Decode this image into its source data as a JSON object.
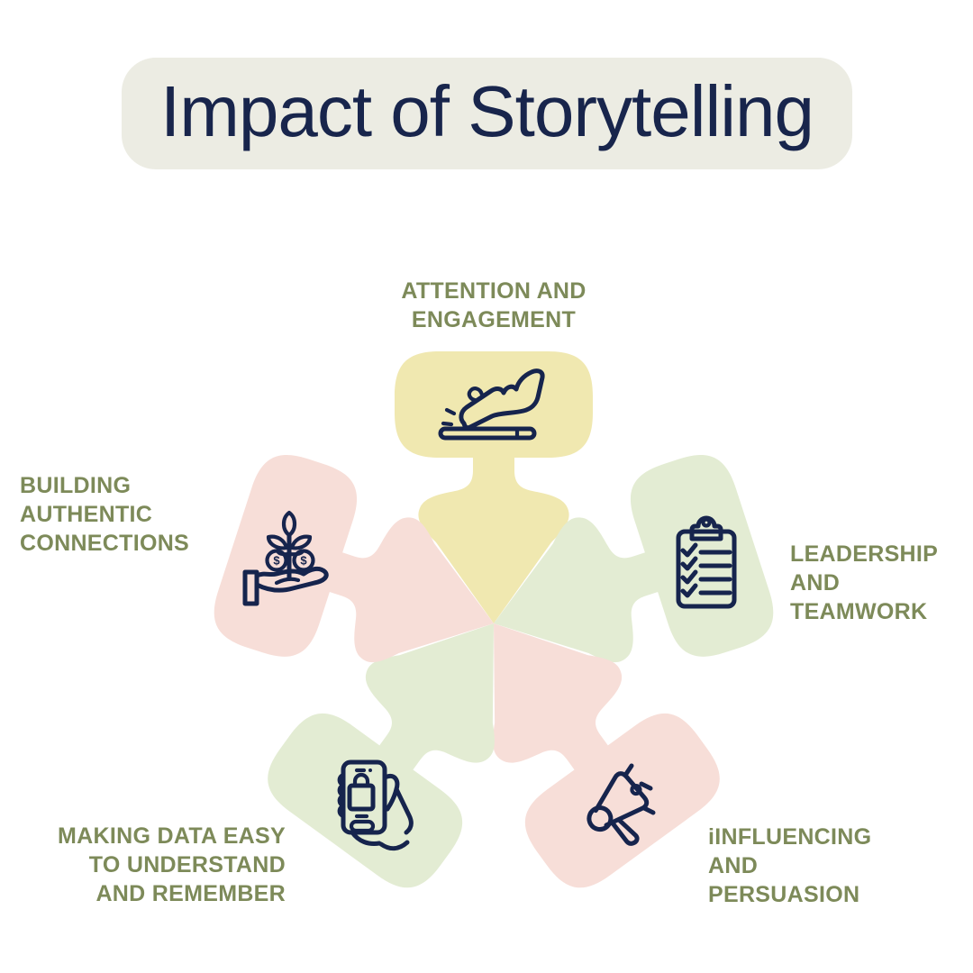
{
  "header": {
    "title": "Impact of Storytelling"
  },
  "colors": {
    "background": "#ffffff",
    "title_pill_bg": "#ecece3",
    "title_text": "#18254c",
    "label_text": "#7d8a59",
    "icon_stroke": "#16244d",
    "petal_yellow": "#f0e8b0",
    "petal_green": "#e3ecd3",
    "petal_pink": "#f7ded8"
  },
  "diagram": {
    "coin_symbol": "$",
    "petals": [
      {
        "position": "top",
        "label": "ATTENTION AND\nENGAGEMENT",
        "icon": "tap-hand-icon",
        "color": "#f0e8b0"
      },
      {
        "position": "right",
        "label": "LEADERSHIP\nAND\nTEAMWORK",
        "icon": "checklist-clipboard-icon",
        "color": "#e3ecd3"
      },
      {
        "position": "bottom-right",
        "label": "iINFLUENCING\nAND\nPERSUASION",
        "icon": "megaphone-icon",
        "color": "#f7ded8"
      },
      {
        "position": "bottom-left",
        "label": "MAKING DATA EASY\nTO UNDERSTAND\nAND REMEMBER",
        "icon": "phone-shopping-icon",
        "color": "#e3ecd3"
      },
      {
        "position": "left",
        "label": "BUILDING\nAUTHENTIC\nCONNECTIONS",
        "icon": "hand-plant-coins-icon",
        "color": "#f7ded8"
      }
    ]
  }
}
